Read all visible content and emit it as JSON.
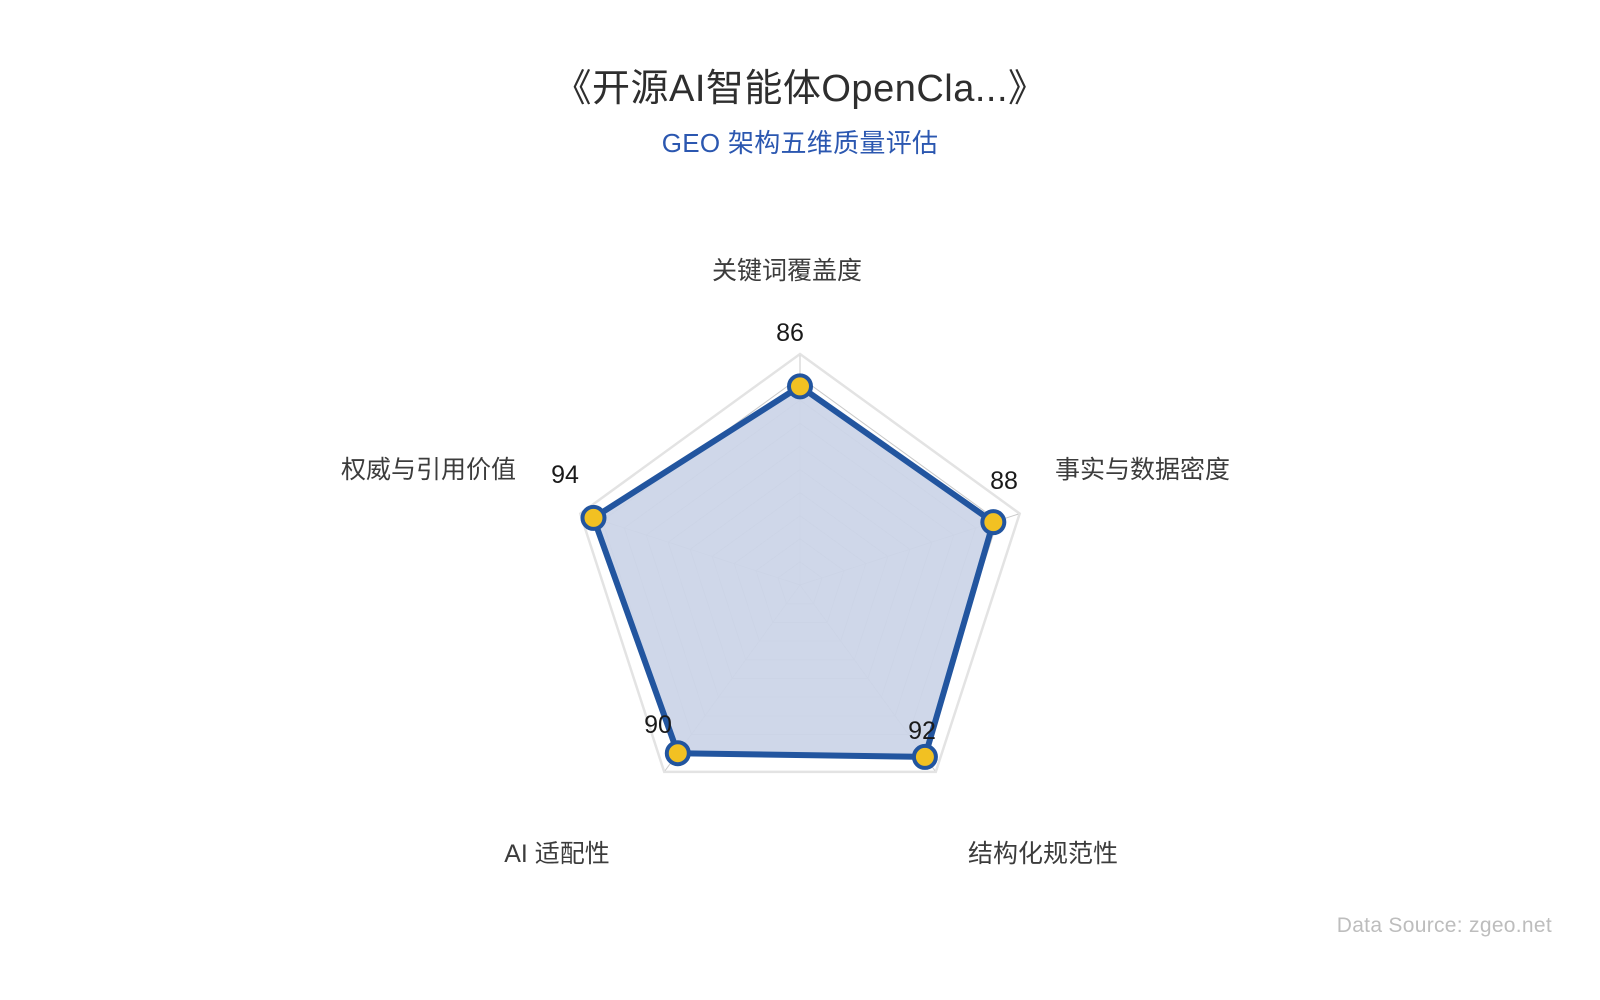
{
  "header": {
    "title": "《开源AI智能体OpenCla...》",
    "subtitle": "GEO 架构五维质量评估",
    "subtitle_color": "#2b57b0"
  },
  "footer": {
    "data_source": "Data Source: zgeo.net"
  },
  "colors": {
    "line": "#22559f",
    "fill": "#ccd5e8",
    "marker_fill": "#f2c122",
    "marker_stroke": "#22559f",
    "grid": "#c8c8c8",
    "outer_ring": "#e3e3e3",
    "value_text": "#1a1a1a",
    "axis_text": "#3c3c3c",
    "source_text": "#bdbdbd"
  },
  "chart_data": {
    "type": "radar",
    "title": "《开源AI智能体OpenCla...》",
    "subtitle": "GEO 架构五维质量评估",
    "categories": [
      "关键词覆盖度",
      "事实与数据密度",
      "结构化规范性",
      "AI 适配性",
      "权威与引用价值"
    ],
    "values": [
      86,
      88,
      92,
      90,
      94
    ],
    "series": [
      {
        "name": "GEO 架构五维质量评估",
        "values": [
          86,
          88,
          92,
          90,
          94
        ]
      }
    ],
    "value_labels": [
      "86",
      "88",
      "92",
      "90",
      "94"
    ],
    "rlim": [
      0,
      100
    ],
    "ring_count": 10,
    "grid": true,
    "legend": "none",
    "start_angle_deg": 90,
    "direction": "clockwise"
  },
  "axes": [
    {
      "name": "关键词覆盖度",
      "value": 86,
      "label": "86",
      "position": "top"
    },
    {
      "name": "事实与数据密度",
      "value": 88,
      "label": "88",
      "position": "right"
    },
    {
      "name": "结构化规范性",
      "value": 92,
      "label": "92",
      "position": "bottom-right"
    },
    {
      "name": "AI 适配性",
      "value": 90,
      "label": "90",
      "position": "bottom-left"
    },
    {
      "name": "权威与引用价值",
      "value": 94,
      "label": "94",
      "position": "left"
    }
  ]
}
